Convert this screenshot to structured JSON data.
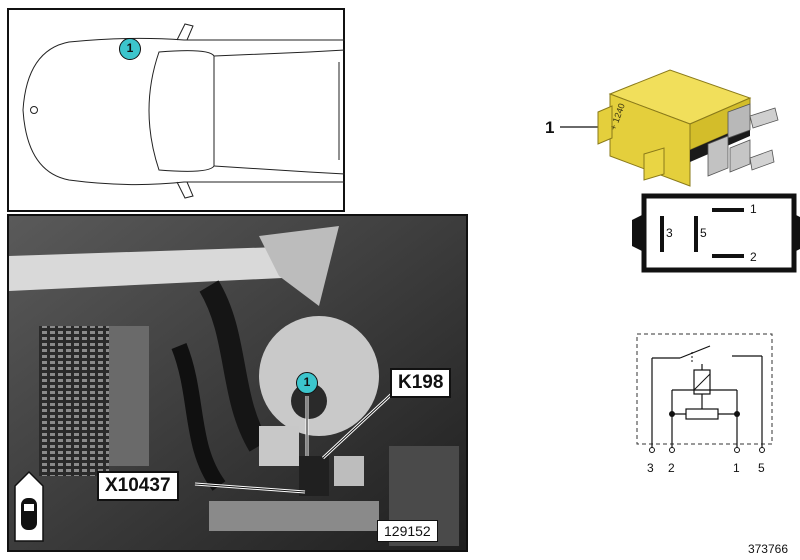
{
  "overview": {
    "position_marker": "1"
  },
  "photo": {
    "position_marker": "1",
    "callout_relay": "K198",
    "callout_connector": "X10437",
    "image_number": "129152"
  },
  "relay": {
    "position_number": "1",
    "body_marking": "+ 1240",
    "body_color": "#e4cf3c",
    "pin_layout_labels": [
      "1",
      "3",
      "5",
      "2"
    ]
  },
  "schematic": {
    "pin_labels": [
      "3",
      "2",
      "1",
      "5"
    ]
  },
  "document_number": "373766",
  "colors": {
    "marker": "#3cc5cc"
  }
}
